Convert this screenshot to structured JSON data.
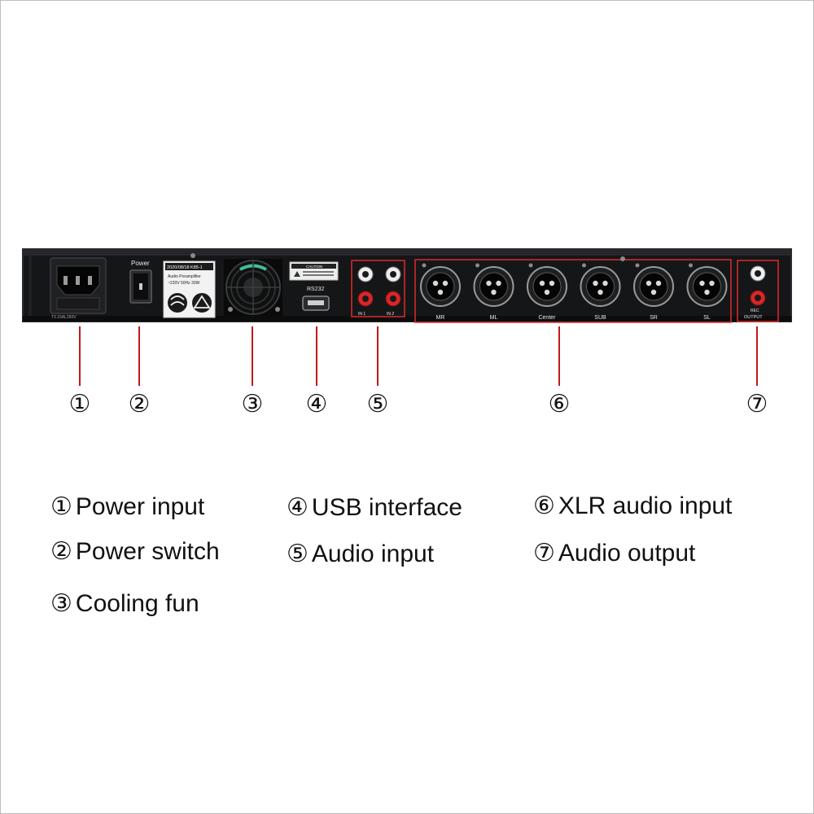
{
  "colors": {
    "panel": "#151618",
    "panel_edge": "#2b2c2f",
    "highlight": "#e02a2a",
    "leader": "#c2191b",
    "label_text": "#e8e8e8"
  },
  "device": {
    "power_label": "Power",
    "sticker_code": "2020/08/18 K85-1",
    "sticker_line1": "Audio Preamplifier",
    "sticker_line2": "~220V 50Hz 30W",
    "caution_label": "CAUTION",
    "usb_label": "RS232",
    "input_labels": [
      "IN 1",
      "IN 2"
    ],
    "xlr_labels": [
      "MR",
      "ML",
      "Center",
      "SUB",
      "SR",
      "SL"
    ],
    "output_label_top": "REC",
    "output_label_bottom": "OUTPUT",
    "fuse_label": "T3.15AL250V"
  },
  "callouts": [
    "①",
    "②",
    "③",
    "④",
    "⑤",
    "⑥",
    "⑦"
  ],
  "legend": [
    {
      "num": "①",
      "text": "Power input"
    },
    {
      "num": "②",
      "text": "Power switch"
    },
    {
      "num": "③",
      "text": "Cooling fun"
    },
    {
      "num": "④",
      "text": "USB interface"
    },
    {
      "num": "⑤",
      "text": "Audio input"
    },
    {
      "num": "⑥",
      "text": "XLR audio input"
    },
    {
      "num": "⑦",
      "text": "Audio output"
    }
  ]
}
